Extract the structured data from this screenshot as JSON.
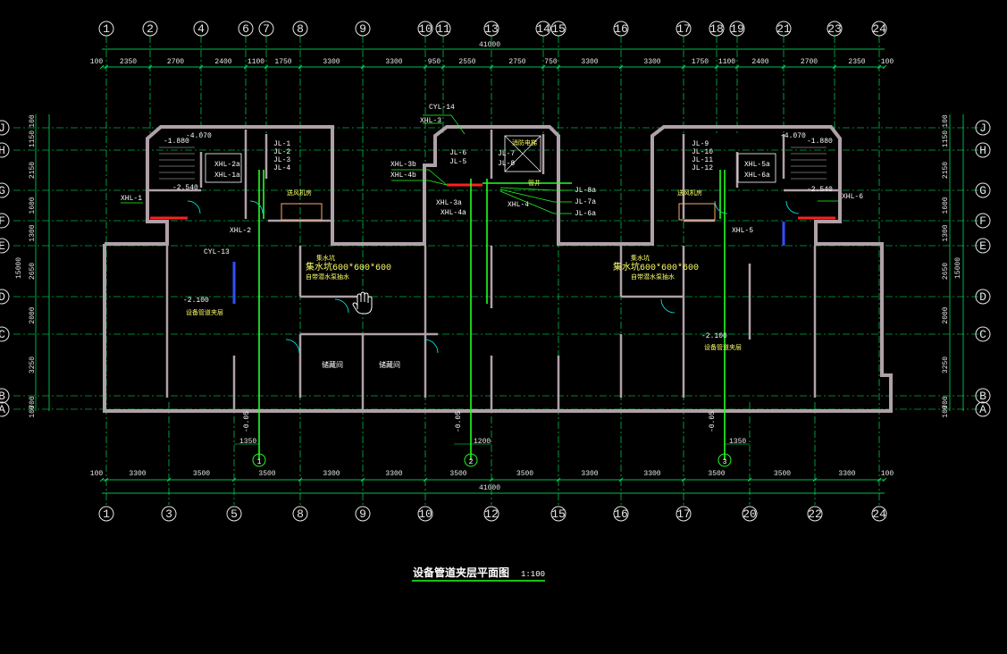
{
  "drawing": {
    "title": "设备管道夹层平面图",
    "scale": "1:100"
  },
  "top_axes": [
    "1",
    "2",
    "4",
    "6",
    "7",
    "8",
    "9",
    "10",
    "11",
    "13",
    "14",
    "15",
    "16",
    "17",
    "18",
    "19",
    "21",
    "23",
    "24"
  ],
  "bottom_axes": [
    "1",
    "3",
    "5",
    "8",
    "9",
    "10",
    "12",
    "15",
    "16",
    "17",
    "20",
    "22",
    "24"
  ],
  "row_axes": [
    "J",
    "H",
    "G",
    "F",
    "E",
    "D",
    "C",
    "B",
    "A"
  ],
  "top_dims": [
    "100",
    "2350",
    "2700",
    "2400",
    "1100",
    "1750",
    "3300",
    "3300",
    "950",
    "2550",
    "2750",
    "750",
    "3300",
    "3300",
    "1750",
    "1100",
    "2400",
    "2700",
    "2350",
    "100"
  ],
  "top_total": "41000",
  "bottom_dims": [
    "100",
    "3300",
    "3500",
    "3500",
    "3300",
    "3300",
    "3500",
    "3500",
    "3300",
    "3300",
    "3500",
    "3500",
    "3300",
    "100"
  ],
  "bottom_total": "41000",
  "side_dims": [
    "100",
    "1150",
    "2150",
    "1600",
    "1300",
    "2650",
    "2000",
    "3250",
    "700",
    "100"
  ],
  "side_total": "15000",
  "pipe_tags": {
    "left_core": [
      "JL-1",
      "JL-2",
      "JL-3",
      "JL-4",
      "XHL-2a",
      "XHL-1a",
      "XHL-1",
      "XHL-2",
      "CYL-13"
    ],
    "center_core": [
      "CYL-14",
      "XHL-3",
      "JL-6",
      "JL-5",
      "JL-7",
      "JL-8",
      "XHL-3b",
      "XHL-4b",
      "XHL-3a",
      "XHL-4a",
      "XHL-4",
      "JL-8a",
      "JL-7a",
      "JL-6a"
    ],
    "right_core": [
      "JL-9",
      "JL-10",
      "JL-11",
      "JL-12",
      "XHL-5a",
      "XHL-6a",
      "XHL-6",
      "XHL-5"
    ]
  },
  "elevations": [
    "-1.880",
    "-4.070",
    "-2.540",
    "-2.100",
    "-1.880",
    "-4.070",
    "-2.540",
    "-2.100",
    "-0.05",
    "-0.05",
    "-0.05"
  ],
  "room_labels": {
    "pump_left": "送风机房",
    "pump_right": "送风机房",
    "well": "消防电梯",
    "shaft": "管井",
    "tank_left_title": "集水坑",
    "tank_left_size": "集水坑600*600*600",
    "tank_left_note": "自带潜水泵抽水",
    "tank_right_title": "集水坑",
    "tank_right_size": "集水坑600*600*600",
    "tank_right_note": "自带潜水泵抽水",
    "equip_left": "设备管道夹层",
    "equip_right": "设备管道夹层",
    "store_a": "储藏间",
    "store_b": "储藏间"
  },
  "dims_bottom_small": [
    "1350",
    "1200",
    "1350"
  ],
  "pipe_marks": [
    "1",
    "2",
    "3"
  ],
  "colors": {
    "axis": "#00ff66",
    "wall": "#b0a0a8",
    "pipe": "#22ff22",
    "tag": "#ffffff",
    "red": "#ff2020",
    "blue": "#3050ff",
    "yellow": "#ffff66",
    "cyan": "#00ffff"
  }
}
